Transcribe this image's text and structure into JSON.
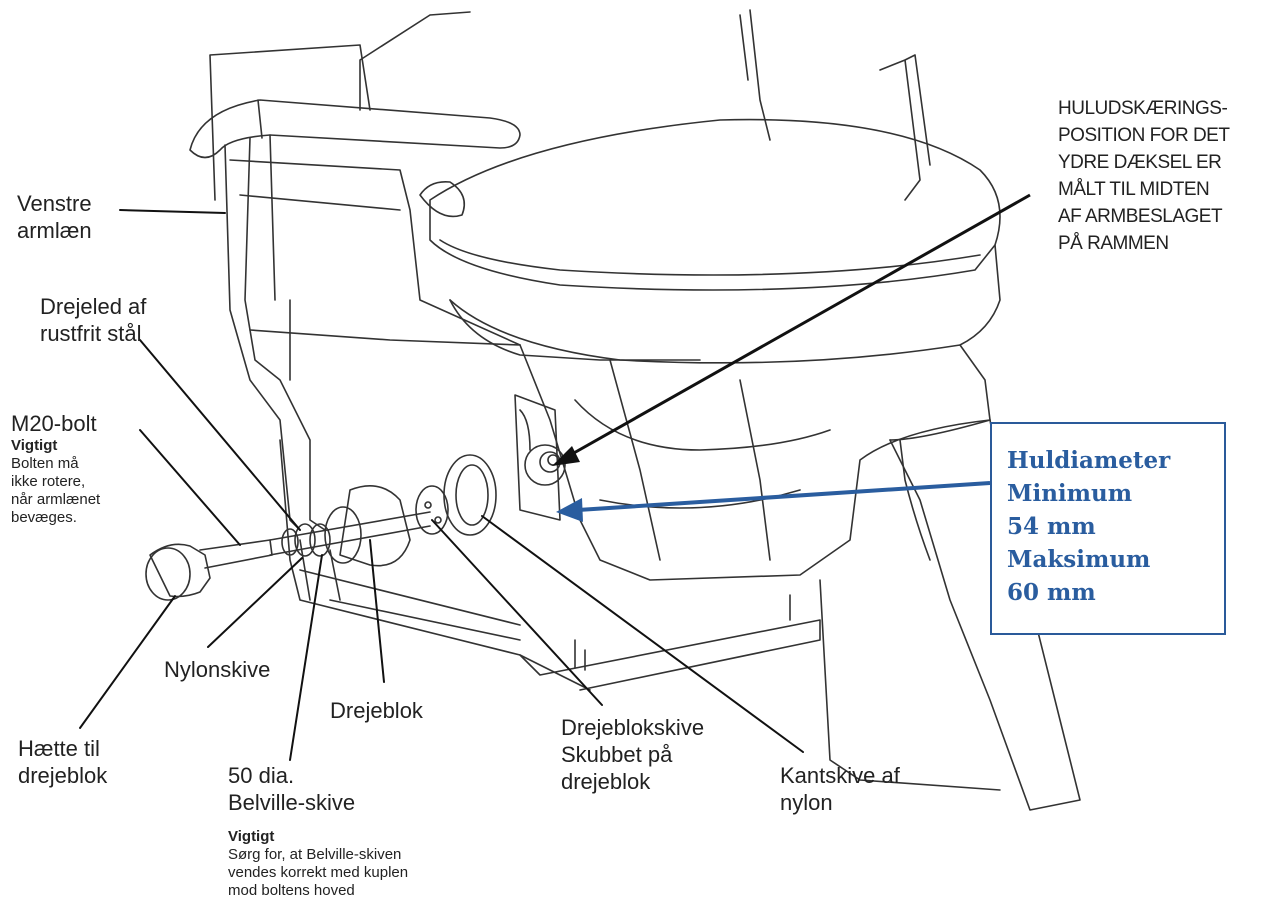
{
  "labels": {
    "left_armrest": [
      "Venstre",
      "armlæn"
    ],
    "pivot": [
      "Drejeled af",
      "rustfrit stål"
    ],
    "bolt_title": "M20-bolt",
    "bolt_important_title": "Vigtigt",
    "bolt_important_text": [
      "Bolten må",
      "ikke rotere,",
      "når armlænet",
      "bevæges."
    ],
    "nylon_washer": "Nylonskive",
    "pivot_block": "Drejeblok",
    "cap": [
      "Hætte til",
      "drejeblok"
    ],
    "belville": [
      "50 dia.",
      "Belville-skive"
    ],
    "belville_important_title": "Vigtigt",
    "belville_important_text": [
      "Sørg for, at Belville-skiven",
      "vendes korrekt med kuplen",
      "mod boltens hoved"
    ],
    "pivot_block_washer": [
      "Drejeblokskive",
      "Skubbet på",
      "drejeblok"
    ],
    "nylon_flange_washer": [
      "Kantskive af",
      "nylon"
    ],
    "hole_position": [
      "HULUDSKÆRINGS-",
      "POSITION FOR DET",
      "YDRE DÆKSEL ER",
      "MÅLT TIL MIDTEN",
      "AF ARMBESLAGET",
      "PÅ RAMMEN"
    ],
    "hole_diameter": [
      "Huldiameter",
      "Minimum",
      "54 mm",
      "Maksimum",
      "60 mm"
    ]
  },
  "colors": {
    "callout_blue": "#2a5d9f",
    "line_black": "#111111"
  }
}
